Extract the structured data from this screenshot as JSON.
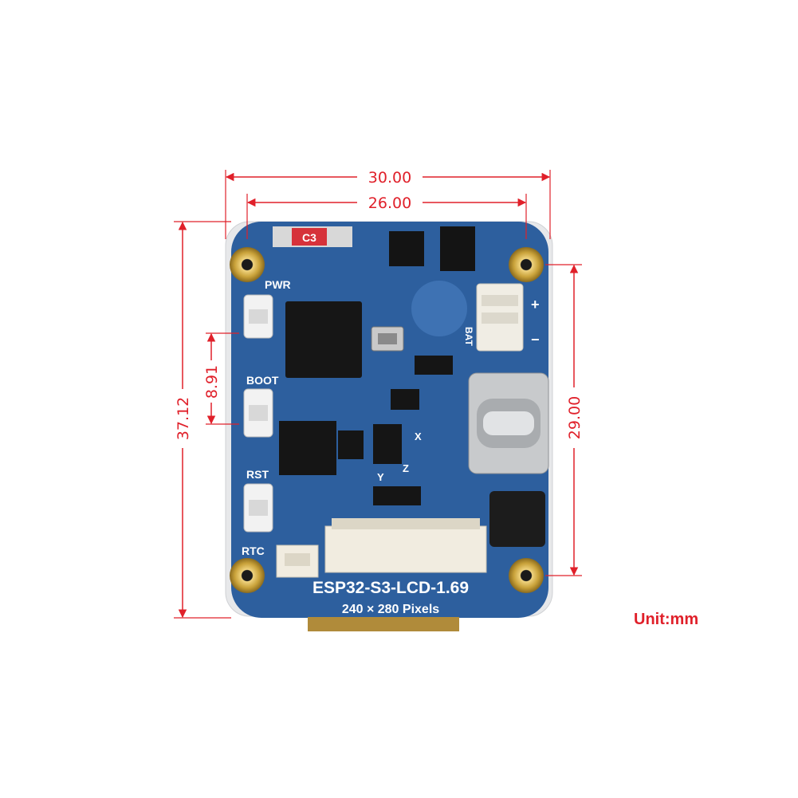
{
  "dimensions": {
    "overall_width": "30.00",
    "hole_spacing_x": "26.00",
    "overall_height": "37.12",
    "hole_spacing_y": "29.00",
    "button_pitch": "8.91"
  },
  "unit_label": "Unit:mm",
  "board": {
    "model": "ESP32-S3-LCD-1.69",
    "resolution": "240 × 280 Pixels"
  },
  "silkscreen": {
    "pwr": "PWR",
    "boot": "BOOT",
    "rst": "RST",
    "rtc": "RTC",
    "bat": "BAT",
    "plus": "+",
    "minus": "−",
    "axis_x": "X",
    "axis_y": "Y",
    "axis_z": "Z",
    "c3": "C3"
  },
  "colors": {
    "pcb": "#2d5f9e",
    "dimension": "#e0202a",
    "gold": "#c9a23a"
  }
}
